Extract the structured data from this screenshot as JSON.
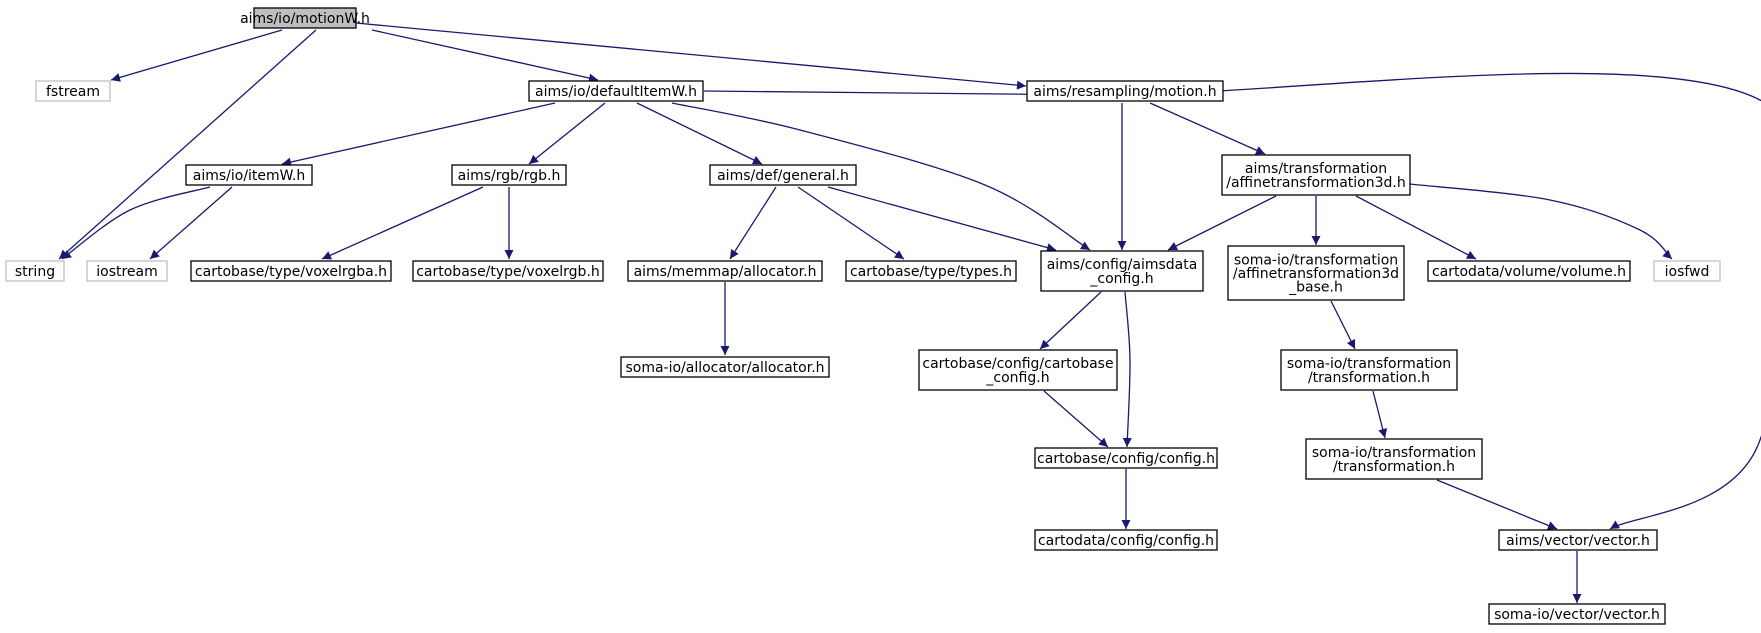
{
  "colors": {
    "edge": "#191970",
    "node_border": "#000000",
    "missing_border": "#bfbfbf",
    "root_fill": "#bfbfbf",
    "node_fill": "#ffffff"
  },
  "nodes": [
    {
      "id": "motionW",
      "lines": [
        "aims/io/motionW.h"
      ],
      "kind": "root"
    },
    {
      "id": "fstream",
      "lines": [
        "fstream"
      ],
      "kind": "missing"
    },
    {
      "id": "defaultItemW",
      "lines": [
        "aims/io/defaultItemW.h"
      ],
      "kind": "normal"
    },
    {
      "id": "motion",
      "lines": [
        "aims/resampling/motion.h"
      ],
      "kind": "normal"
    },
    {
      "id": "itemW",
      "lines": [
        "aims/io/itemW.h"
      ],
      "kind": "normal"
    },
    {
      "id": "rgb",
      "lines": [
        "aims/rgb/rgb.h"
      ],
      "kind": "normal"
    },
    {
      "id": "general",
      "lines": [
        "aims/def/general.h"
      ],
      "kind": "normal"
    },
    {
      "id": "affine",
      "lines": [
        "aims/transformation",
        "/affinetransformation3d.h"
      ],
      "kind": "normal"
    },
    {
      "id": "string",
      "lines": [
        "string"
      ],
      "kind": "missing"
    },
    {
      "id": "iostream",
      "lines": [
        "iostream"
      ],
      "kind": "missing"
    },
    {
      "id": "voxelrgba",
      "lines": [
        "cartobase/type/voxelrgba.h"
      ],
      "kind": "normal"
    },
    {
      "id": "voxelrgb",
      "lines": [
        "cartobase/type/voxelrgb.h"
      ],
      "kind": "normal"
    },
    {
      "id": "allocator",
      "lines": [
        "aims/memmap/allocator.h"
      ],
      "kind": "normal"
    },
    {
      "id": "types",
      "lines": [
        "cartobase/type/types.h"
      ],
      "kind": "normal"
    },
    {
      "id": "aimsdata_config",
      "lines": [
        "aims/config/aimsdata",
        "_config.h"
      ],
      "kind": "normal"
    },
    {
      "id": "affine_base",
      "lines": [
        "soma-io/transformation",
        "/affinetransformation3d",
        "_base.h"
      ],
      "kind": "normal"
    },
    {
      "id": "volume",
      "lines": [
        "cartodata/volume/volume.h"
      ],
      "kind": "normal"
    },
    {
      "id": "iosfwd",
      "lines": [
        "iosfwd"
      ],
      "kind": "missing"
    },
    {
      "id": "soma_allocator",
      "lines": [
        "soma-io/allocator/allocator.h"
      ],
      "kind": "normal"
    },
    {
      "id": "cartobase_config",
      "lines": [
        "cartobase/config/cartobase",
        "_config.h"
      ],
      "kind": "normal"
    },
    {
      "id": "transformation1",
      "lines": [
        "soma-io/transformation",
        "/transformation.h"
      ],
      "kind": "normal"
    },
    {
      "id": "cb_config",
      "lines": [
        "cartobase/config/config.h"
      ],
      "kind": "normal"
    },
    {
      "id": "transformation2",
      "lines": [
        "soma-io/transformation",
        "/transformation.h"
      ],
      "kind": "normal"
    },
    {
      "id": "cd_config",
      "lines": [
        "cartodata/config/config.h"
      ],
      "kind": "normal"
    },
    {
      "id": "vector",
      "lines": [
        "aims/vector/vector.h"
      ],
      "kind": "normal"
    },
    {
      "id": "soma_vector",
      "lines": [
        "soma-io/vector/vector.h"
      ],
      "kind": "normal"
    }
  ],
  "edges": [
    {
      "from": "motionW",
      "to": "fstream"
    },
    {
      "from": "motionW",
      "to": "defaultItemW"
    },
    {
      "from": "motionW",
      "to": "motion"
    },
    {
      "from": "motionW",
      "to": "string"
    },
    {
      "from": "defaultItemW",
      "to": "itemW"
    },
    {
      "from": "defaultItemW",
      "to": "rgb"
    },
    {
      "from": "defaultItemW",
      "to": "general"
    },
    {
      "from": "defaultItemW",
      "to": "aimsdata_config"
    },
    {
      "from": "defaultItemW",
      "to": "vector"
    },
    {
      "from": "motion",
      "to": "aimsdata_config"
    },
    {
      "from": "motion",
      "to": "affine"
    },
    {
      "from": "itemW",
      "to": "string"
    },
    {
      "from": "itemW",
      "to": "iostream"
    },
    {
      "from": "rgb",
      "to": "voxelrgba"
    },
    {
      "from": "rgb",
      "to": "voxelrgb"
    },
    {
      "from": "general",
      "to": "allocator"
    },
    {
      "from": "general",
      "to": "types"
    },
    {
      "from": "general",
      "to": "aimsdata_config"
    },
    {
      "from": "affine",
      "to": "aimsdata_config"
    },
    {
      "from": "affine",
      "to": "affine_base"
    },
    {
      "from": "affine",
      "to": "volume"
    },
    {
      "from": "affine",
      "to": "iosfwd"
    },
    {
      "from": "allocator",
      "to": "soma_allocator"
    },
    {
      "from": "aimsdata_config",
      "to": "cartobase_config"
    },
    {
      "from": "aimsdata_config",
      "to": "cb_config"
    },
    {
      "from": "affine_base",
      "to": "transformation1"
    },
    {
      "from": "cartobase_config",
      "to": "cb_config"
    },
    {
      "from": "transformation1",
      "to": "transformation2"
    },
    {
      "from": "cb_config",
      "to": "cd_config"
    },
    {
      "from": "transformation2",
      "to": "vector"
    },
    {
      "from": "vector",
      "to": "soma_vector"
    }
  ]
}
